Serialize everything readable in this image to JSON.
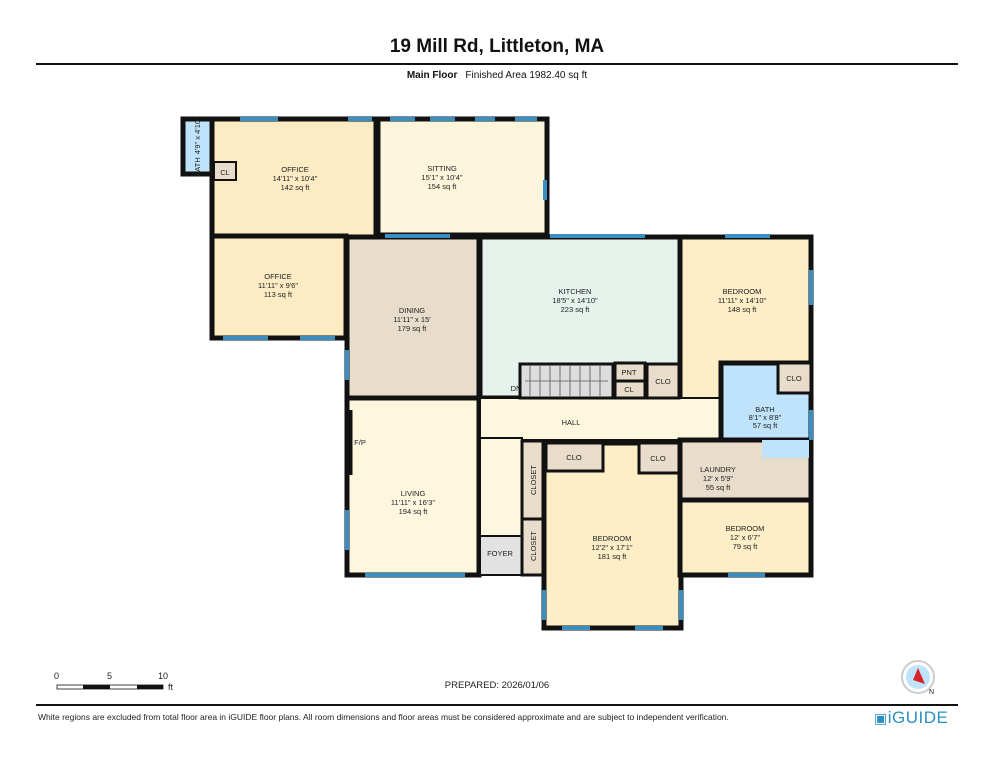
{
  "header": {
    "title": "19 Mill Rd, Littleton, MA",
    "floor": "Main Floor",
    "finished_area": "Finished Area 1982.40 sq ft"
  },
  "rooms": {
    "bath_small": {
      "name": "BATH",
      "dims": "4'9\" x 4'10\""
    },
    "cl_small": {
      "name": "CL"
    },
    "office1": {
      "name": "OFFICE",
      "dims": "14'11\" x 10'4\"",
      "area": "142 sq ft"
    },
    "office2": {
      "name": "OFFICE",
      "dims": "11'11\" x 9'6\"",
      "area": "113 sq ft"
    },
    "sitting": {
      "name": "SITTING",
      "dims": "15'1\" x 10'4\"",
      "area": "154 sq ft"
    },
    "dining": {
      "name": "DINING",
      "dims": "11'11\" x 15'",
      "area": "179 sq ft"
    },
    "kitchen": {
      "name": "KITCHEN",
      "dims": "18'5\" x 14'10\"",
      "area": "223 sq ft"
    },
    "bedroom1": {
      "name": "BEDROOM",
      "dims": "11'11\" x 14'10\"",
      "area": "148 sq ft"
    },
    "bath": {
      "name": "BATH",
      "dims": "8'1\" x 8'8\"",
      "area": "57 sq ft"
    },
    "living": {
      "name": "LIVING",
      "dims": "11'11\" x 16'3\"",
      "area": "194 sq ft"
    },
    "fp": {
      "name": "F/P"
    },
    "hall": {
      "name": "HALL"
    },
    "foyer": {
      "name": "FOYER"
    },
    "closet1": {
      "name": "CLOSET"
    },
    "closet2": {
      "name": "CLOSET"
    },
    "clo1": {
      "name": "CLO"
    },
    "clo2": {
      "name": "CLO"
    },
    "clo3": {
      "name": "CLO"
    },
    "clo4": {
      "name": "CLO"
    },
    "pnt": {
      "name": "PNT"
    },
    "cl": {
      "name": "CL"
    },
    "dn": {
      "name": "DN"
    },
    "bedroom2": {
      "name": "BEDROOM",
      "dims": "12'2\" x 17'1\"",
      "area": "181 sq ft"
    },
    "laundry": {
      "name": "LAUNDRY",
      "dims": "12' x 5'9\"",
      "area": "55 sq ft"
    },
    "bedroom3": {
      "name": "BEDROOM",
      "dims": "12' x 6'7\"",
      "area": "79 sq ft"
    }
  },
  "scale": {
    "ticks": [
      "0",
      "5",
      "10"
    ],
    "unit": "ft"
  },
  "footer": {
    "prepared": "PREPARED: 2026/01/06",
    "disclaimer": "White regions are excluded from total floor area in iGUIDE floor plans. All room dimensions and floor areas must be considered approximate and are subject to independent verification.",
    "logo": "iGUIDE",
    "compass_label": "N"
  },
  "colors": {
    "wall": "#111111",
    "window": "#3a8fc0",
    "bath": "#bfe3fb",
    "office": "#fdebc4",
    "sitting": "#fef6dc",
    "dining": "#e8dccb",
    "kitchen": "#e6f2ec",
    "bedroom": "#fdeec7",
    "hall": "#fef7e0",
    "foyer": "#e2e2e2",
    "logo": "#2a8fc2"
  }
}
